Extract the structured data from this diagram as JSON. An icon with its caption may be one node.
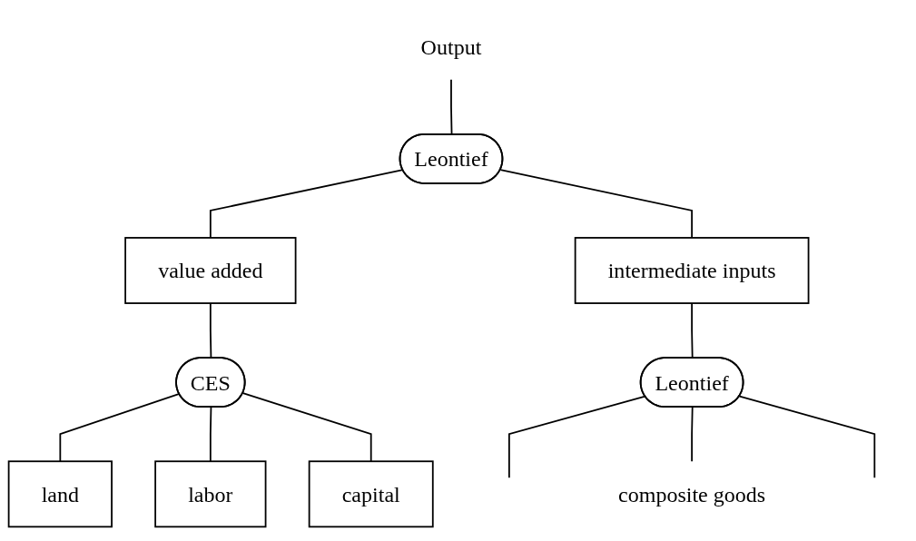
{
  "diagram": {
    "nodes": [
      {
        "text": [
          "Output"
        ]
      },
      {
        "text": [
          "Leontief"
        ]
      },
      {
        "text": [
          "value added"
        ]
      },
      {
        "text": [
          "intermediate inputs"
        ]
      },
      {
        "text": [
          "CES"
        ]
      },
      {
        "text": [
          "land"
        ]
      },
      {
        "text": [
          "labor"
        ]
      },
      {
        "text": [
          "capital"
        ]
      },
      {
        "text": [
          "Leontief"
        ]
      },
      {
        "text": [
          "composite goods"
        ]
      }
    ],
    "edges": [
      {
        "from": 0,
        "to": 1,
        "arrow": "none"
      },
      {
        "from": 1,
        "to": 2,
        "arrow": "none"
      },
      {
        "from": 1,
        "to": 3,
        "arrow": "none"
      },
      {
        "from": 2,
        "to": 4,
        "arrow": "none"
      },
      {
        "from": 3,
        "to": 8,
        "arrow": "none"
      },
      {
        "from": 4,
        "to": 5,
        "arrow": "none"
      },
      {
        "from": 4,
        "to": 6,
        "arrow": "none"
      },
      {
        "from": 4,
        "to": 7,
        "arrow": "none"
      },
      {
        "from": 8,
        "to": null,
        "arrow": "none"
      },
      {
        "from": 8,
        "to": 9,
        "arrow": "none"
      },
      {
        "from": 8,
        "to": null,
        "arrow": "none"
      }
    ]
  }
}
